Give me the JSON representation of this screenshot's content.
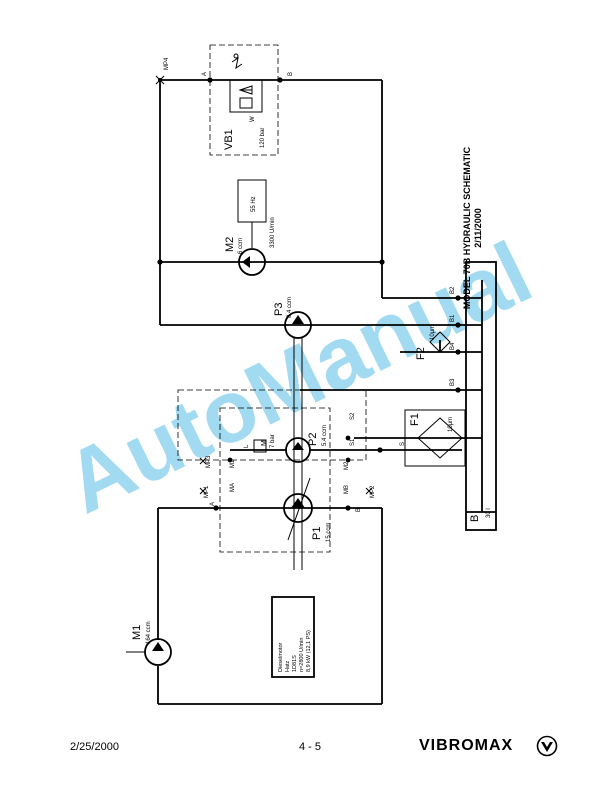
{
  "title": {
    "line1": "MODEL 70B HYDRAULIC SCHEMATIC",
    "line2": "2/11/2000"
  },
  "watermark": "AutoManual",
  "components": {
    "m1": {
      "name": "M1",
      "spec": "164 ccm"
    },
    "m2": {
      "name": "M2",
      "spec": "6 ccm",
      "speed": "3300 U/min"
    },
    "vb1": {
      "name": "VB1",
      "setting": "120 bar",
      "w": "W"
    },
    "freq": "55 Hz",
    "p1": {
      "name": "P1",
      "spec": "15 ccm"
    },
    "p2": {
      "name": "P2",
      "spec": "5.4 ccm"
    },
    "p3": {
      "name": "P3",
      "spec": "8.4 ccm"
    },
    "f1": {
      "name": "F1",
      "rating": "10μm"
    },
    "f2": {
      "name": "F2",
      "rating": "10μm"
    },
    "relief": {
      "label": "M",
      "setting": "7 bar"
    },
    "tank": {
      "name": "B",
      "volume": "30 l"
    },
    "engine": [
      "Dieselmotor",
      "Hatz",
      "1D81S",
      "n=2800 U/min",
      "8,9 kW (12,1 PS)"
    ]
  },
  "ports": {
    "mp4": "MP4",
    "a_top": "A",
    "b_top": "B",
    "b1": "B1",
    "b2": "B2",
    "b3": "B3",
    "b4": "B4",
    "s": "S",
    "s1": "S1",
    "s2": "S2",
    "l": "L",
    "m1": "M1",
    "m2": "M2",
    "ma": "MA",
    "mb": "MB",
    "mp1": "MP1",
    "mp2": "MP2",
    "mp3": "MP3",
    "a_bot": "A",
    "b_bot": "B"
  },
  "footer": {
    "date": "2/25/2000",
    "page": "4 - 5",
    "brand": "VIBROMAX"
  }
}
